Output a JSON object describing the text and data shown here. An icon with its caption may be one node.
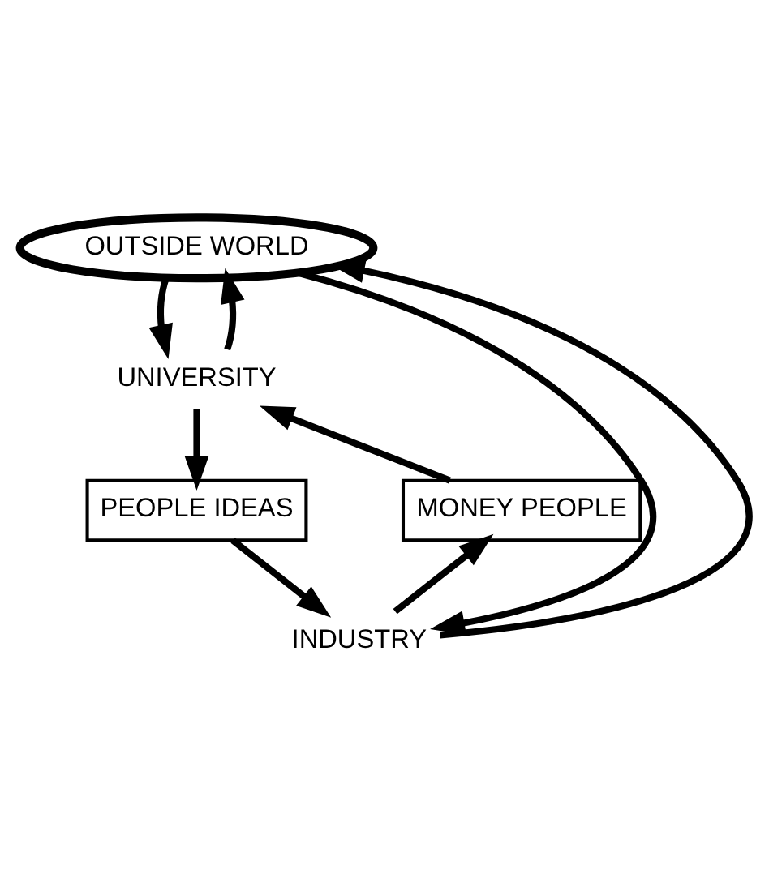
{
  "diagram": {
    "nodes": [
      {
        "text": [
          "OUTSIDE WORLD"
        ]
      },
      {
        "text": [
          "UNIVERSITY"
        ]
      },
      {
        "text": [
          "PEOPLE IDEAS"
        ]
      },
      {
        "text": [
          "INDUSTRY"
        ]
      },
      {
        "text": [
          "MONEY PEOPLE"
        ]
      }
    ],
    "edges": [
      {
        "from": 0,
        "to": 1,
        "arrow": "to"
      },
      {
        "from": 1,
        "to": 0,
        "arrow": "to"
      },
      {
        "from": 1,
        "to": 2,
        "arrow": "to"
      },
      {
        "from": 2,
        "to": 3,
        "arrow": "to"
      },
      {
        "from": 3,
        "to": 4,
        "arrow": "to"
      },
      {
        "from": 4,
        "to": 1,
        "arrow": "to"
      },
      {
        "from": 3,
        "to": 0,
        "arrow": "to"
      },
      {
        "from": 0,
        "to": 3,
        "arrow": "to"
      }
    ]
  }
}
